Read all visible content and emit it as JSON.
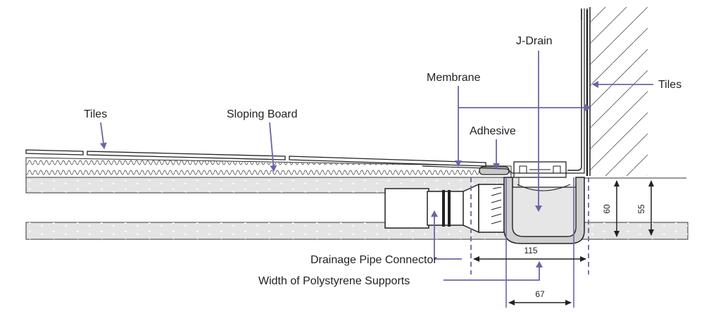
{
  "labels": {
    "tiles_left": "Tiles",
    "sloping_board": "Sloping Board",
    "membrane": "Membrane",
    "j_drain": "J-Drain",
    "tiles_right": "Tiles",
    "adhesive": "Adhesive",
    "drainage_pipe_connector": "Drainage Pipe Connector",
    "width_polystyrene": "Width of Polystyrene Supports"
  },
  "dimensions": {
    "d115": "115",
    "d67": "67",
    "d60": "60",
    "d55": "55"
  },
  "colors": {
    "arrow": "#6b64a8",
    "line": "#222222",
    "fill_light": "#e6e6e6",
    "fill_mid": "#cfcfcf"
  }
}
